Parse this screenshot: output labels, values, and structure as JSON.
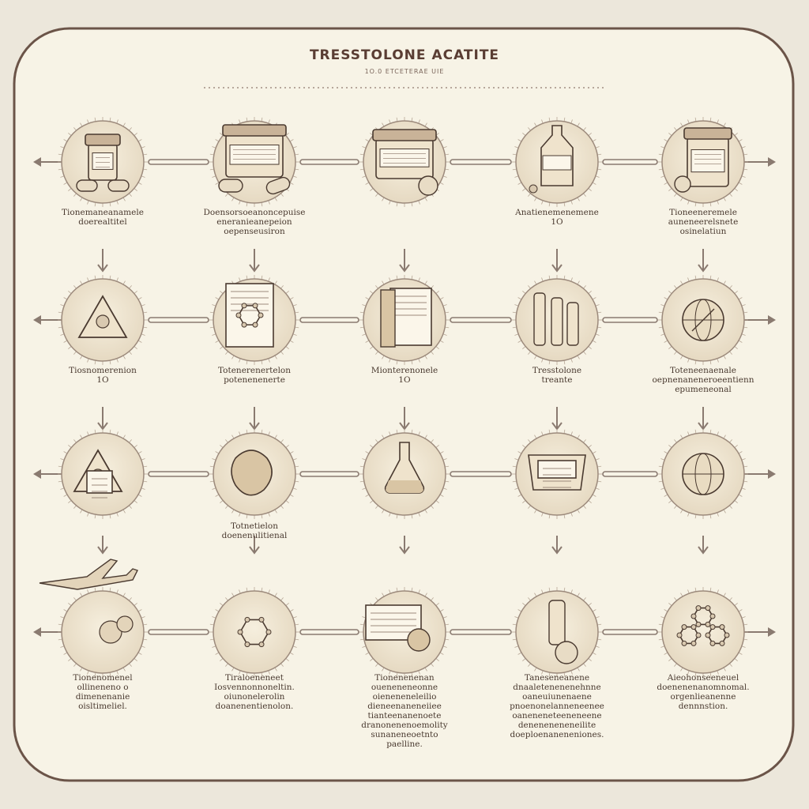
{
  "header": {
    "title": "TRESSTOLONE ACATITE",
    "subtitle": "1O.0 ETCETERAE UIE"
  },
  "colors": {
    "background": "#ece7db",
    "panel": "#f7f3e6",
    "border": "#6b5448",
    "ink": "#4a3a30",
    "connector": "#8a7a70",
    "circle_fill": "#efe6d2"
  },
  "steps": [
    {
      "icon": "pill-bottle-icon",
      "lines": [
        "Tionemaneanamele",
        "doerealtitel"
      ]
    },
    {
      "icon": "medicine-jar-icon",
      "lines": [
        "Doensorsoeanoncepuise",
        "eneranieanepeion",
        "oepenseusiron"
      ]
    },
    {
      "icon": "pill-jar-icon",
      "lines": []
    },
    {
      "icon": "vial-bottle-icon",
      "lines": [
        "Anatienemenemene",
        "1O"
      ]
    },
    {
      "icon": "medicine-bottle-icon",
      "lines": [
        "Tioneeneremele",
        "auneneerelsnete",
        "osinelatiun"
      ]
    },
    {
      "icon": "warning-triangle-icon",
      "lines": [
        "Tiosnomerenion",
        "1O"
      ]
    },
    {
      "icon": "molecule-document-icon",
      "lines": [
        "Totenerenertelon",
        "potenenenerte"
      ]
    },
    {
      "icon": "book-icon",
      "lines": [
        "Mionterenonele",
        "1O"
      ]
    },
    {
      "icon": "vials-icon",
      "lines": [
        "Tresstolone",
        "treante"
      ]
    },
    {
      "icon": "atom-icon",
      "lines": [
        "Toteneenaenale",
        "oepnenaneneroeentienn",
        "epumeneonal"
      ]
    },
    {
      "icon": "warning-sign-icon",
      "lines": []
    },
    {
      "icon": "organ-icon",
      "lines": [
        "Totnetielon",
        "doenenulitienal"
      ]
    },
    {
      "icon": "flask-icon",
      "lines": []
    },
    {
      "icon": "label-box-icon",
      "lines": []
    },
    {
      "icon": "globe-icon",
      "lines": []
    },
    {
      "icon": "airplane-icon",
      "lines": [
        "Tionenomenel",
        "ollineneno o",
        "dimenenanie",
        "oisltimeliel."
      ]
    },
    {
      "icon": "molecule-icon",
      "lines": [
        "Tiraloeneneet",
        "Iosvennonnoneltin.",
        "oiunonelerolin",
        "doanenentienolon."
      ]
    },
    {
      "icon": "monitor-icon",
      "lines": [
        "Tionenenenan",
        "oueneneneonne",
        "oieneneneleilio",
        "dieneenaneneiiee",
        "tianteenanenoete",
        "dranonenenoemolity",
        "sunaneneoetnto",
        "paelline."
      ]
    },
    {
      "icon": "capsule-vial-icon",
      "lines": [
        "Taneseneanene",
        "dnaaletenenenehnne",
        "oaneuiunenaene",
        "pnoenonelanneneenee",
        "oaneneneteeneneene",
        "deneneneneneilite",
        "doeploenaneneniones."
      ]
    },
    {
      "icon": "hexagon-pills-icon",
      "lines": [
        "Aieohonseeneuel",
        "doenenenanomnomal.",
        "orgenlieanenne",
        "dennnstion."
      ]
    }
  ]
}
